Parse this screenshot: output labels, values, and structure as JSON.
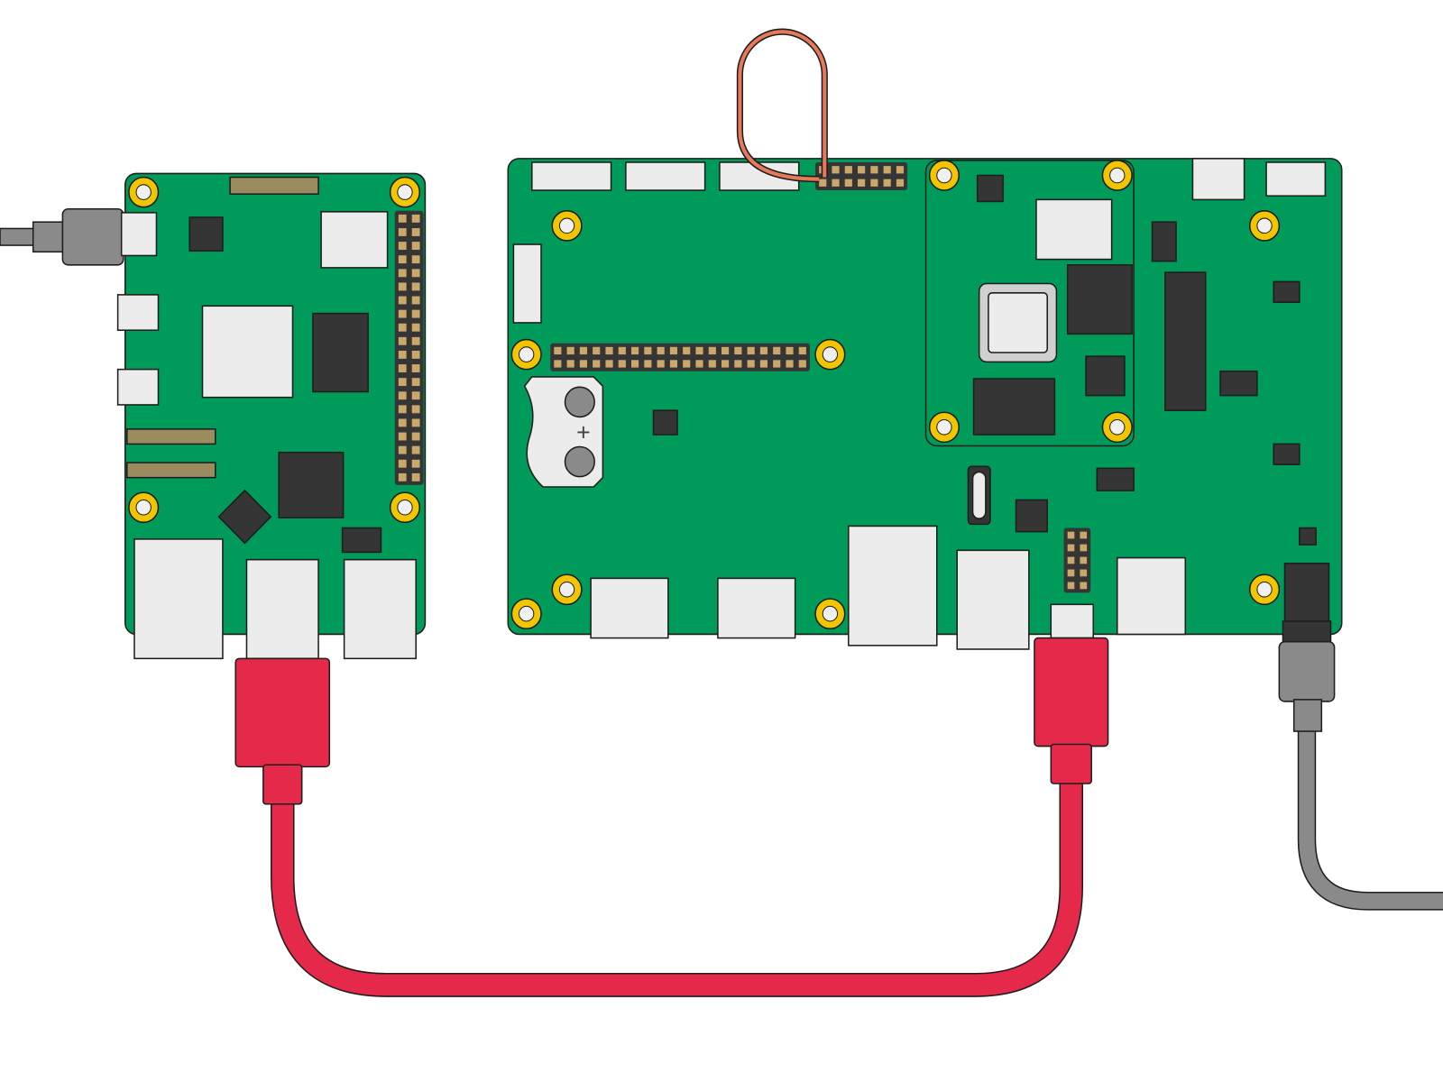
{
  "diagram": {
    "battery_polarity_label": "+",
    "colors": {
      "board": "#009a5a",
      "chip": "#353535",
      "mount_ring": "#f2c500",
      "usb_cable": "#e5294a",
      "power_cable": "#8a8a8a",
      "jumper_wire": "#e8785a",
      "connector": "#ececec"
    },
    "components": [
      "raspberry-pi-board",
      "compute-module-io-board",
      "compute-module",
      "usb-a-to-micro-usb-cable",
      "power-cable",
      "jumper-wire"
    ]
  }
}
